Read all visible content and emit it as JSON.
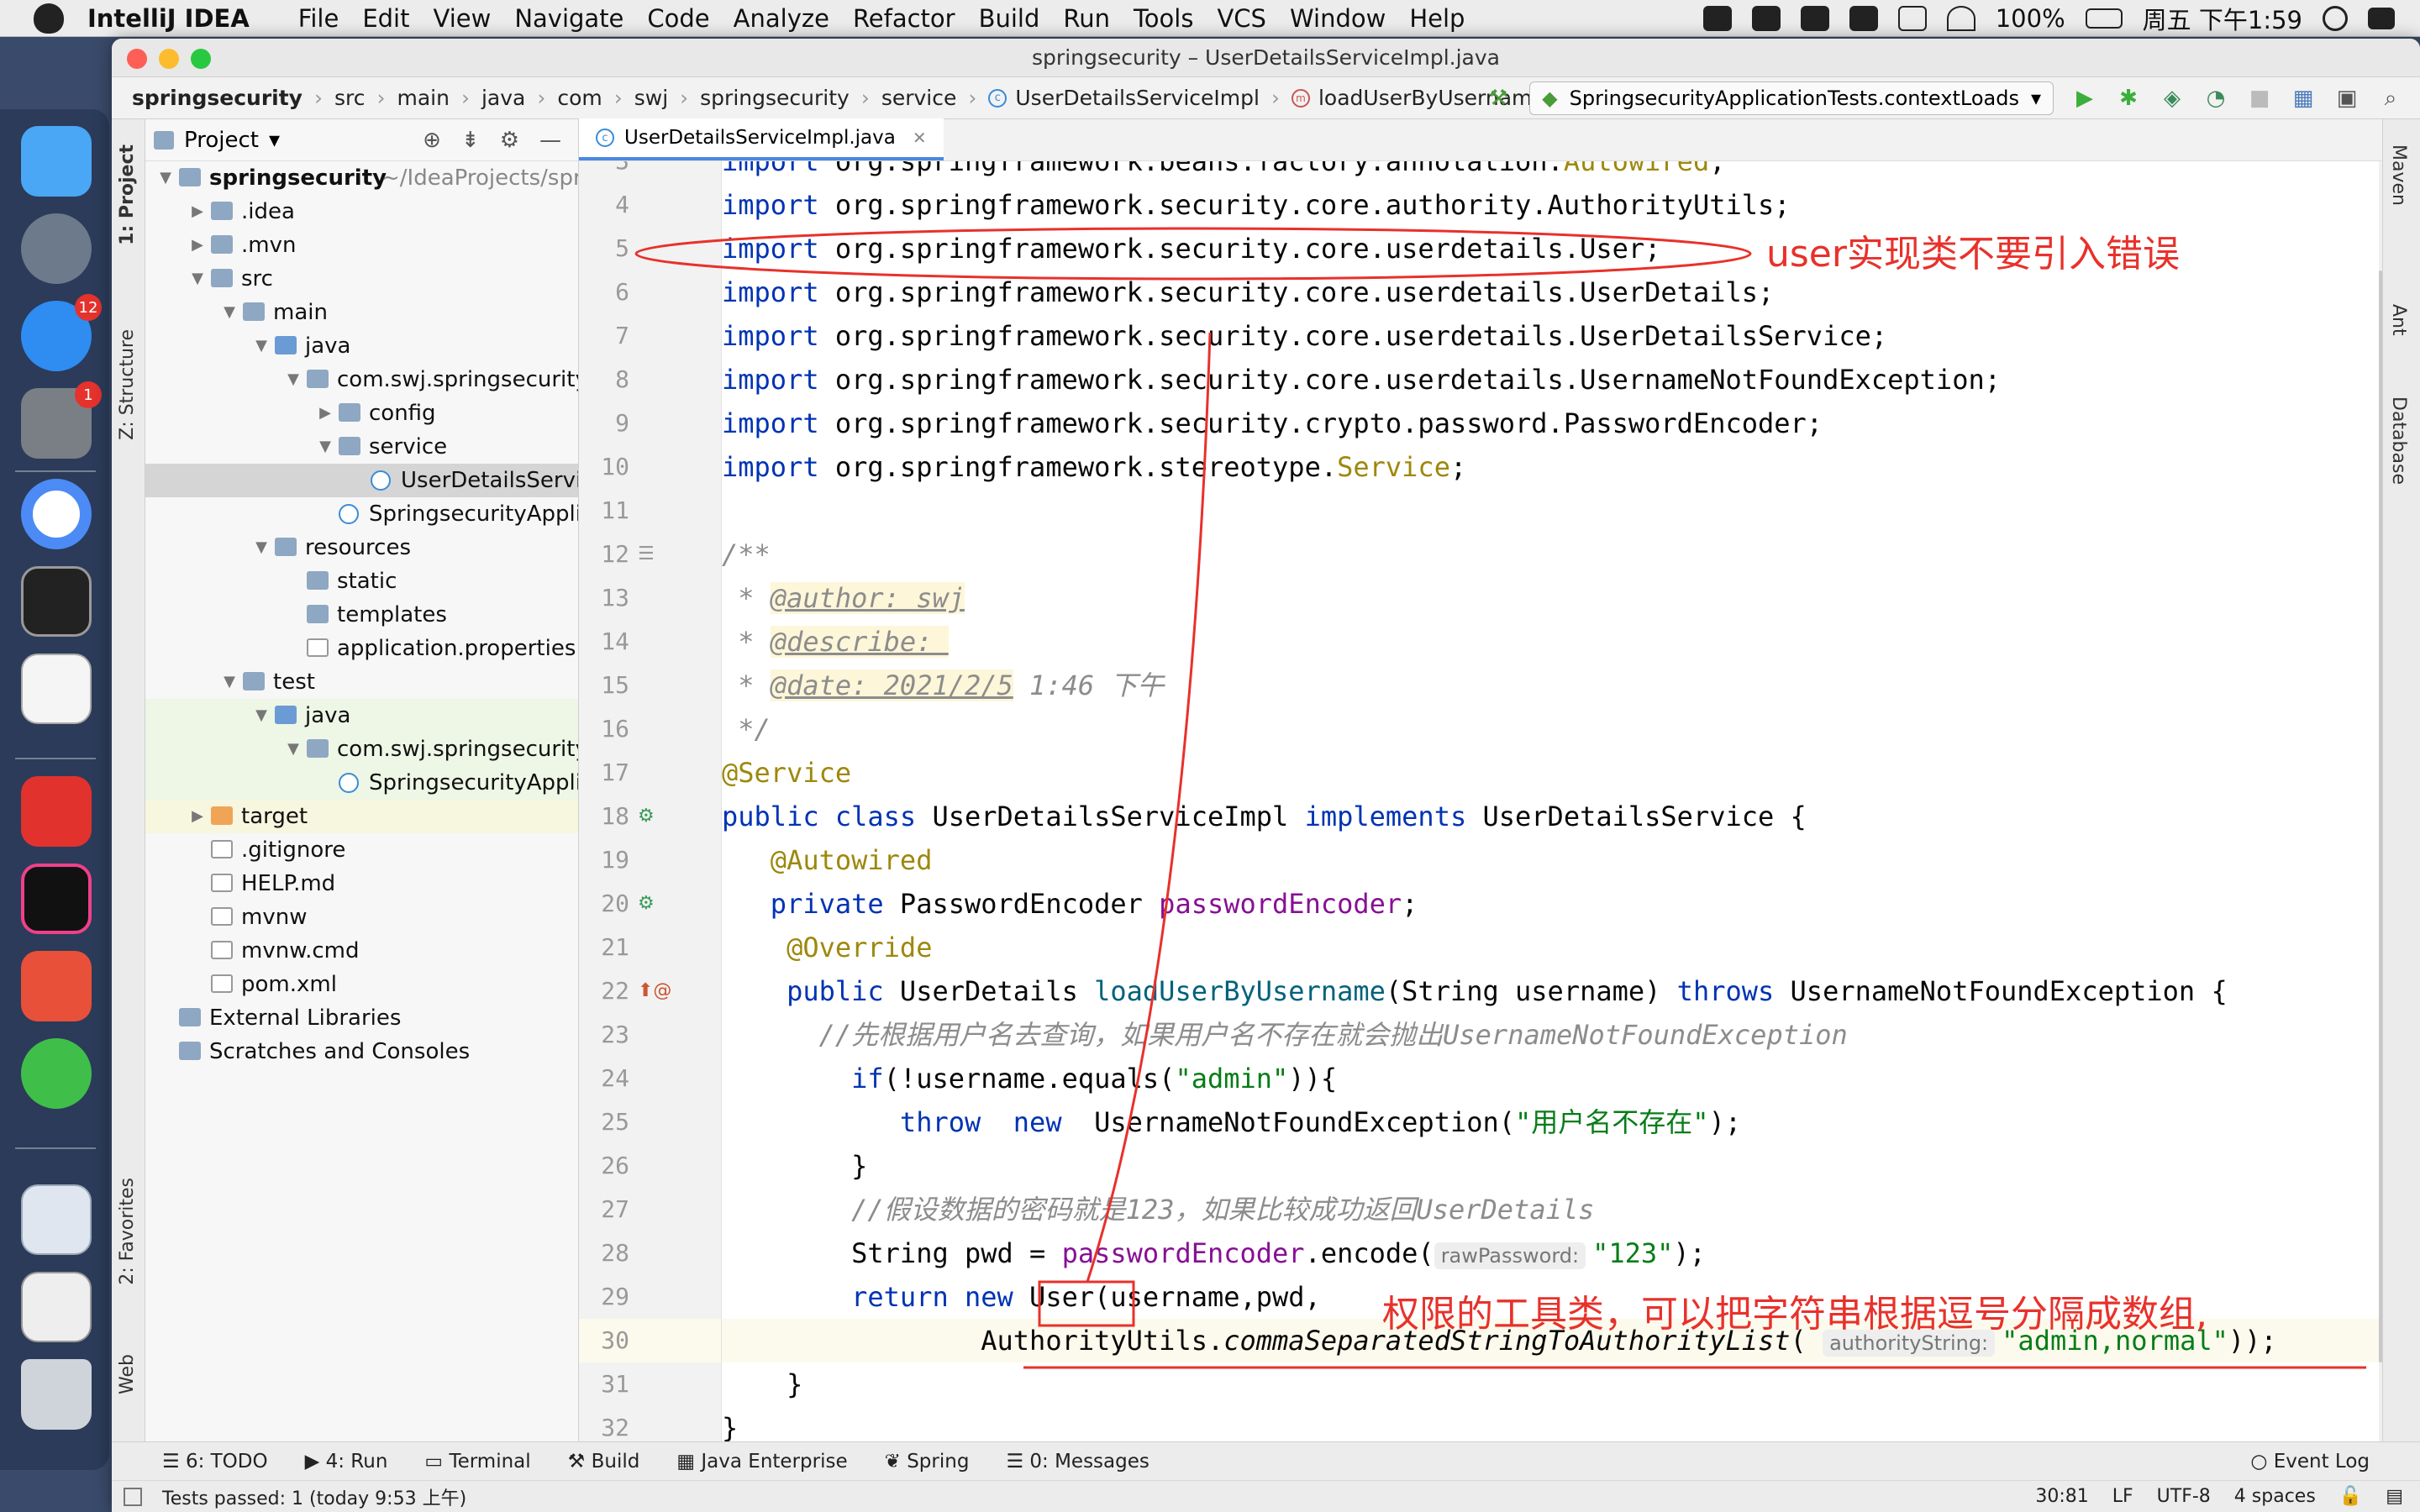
{
  "menubar": {
    "app": "IntelliJ IDEA",
    "items": [
      "File",
      "Edit",
      "View",
      "Navigate",
      "Code",
      "Analyze",
      "Refactor",
      "Build",
      "Run",
      "Tools",
      "VCS",
      "Window",
      "Help"
    ],
    "battery": "100%",
    "clock": "周五 下午1:59"
  },
  "dock": {
    "appstore_badge": "12",
    "settings_badge": "1"
  },
  "window": {
    "title": "springsecurity – UserDetailsServiceImpl.java"
  },
  "breadcrumbs": [
    "springsecurity",
    "src",
    "main",
    "java",
    "com",
    "swj",
    "springsecurity",
    "service",
    "UserDetailsServiceImpl",
    "loadUserByUsername"
  ],
  "run_config": "SpringsecurityApplicationTests.contextLoads",
  "left_tools": {
    "project": "1: Project",
    "structure": "Z: Structure",
    "favorites": "2: Favorites",
    "web": "Web"
  },
  "right_tools": {
    "maven": "Maven",
    "ant": "Ant",
    "database": "Database"
  },
  "project_panel": {
    "title": "Project",
    "tree": [
      {
        "label": "springsecurity",
        "path": "~/IdeaProjects/sprin",
        "depth": 0,
        "arrow": "down",
        "icon": "folder"
      },
      {
        "label": ".idea",
        "depth": 1,
        "arrow": "right",
        "icon": "folder"
      },
      {
        "label": ".mvn",
        "depth": 1,
        "arrow": "right",
        "icon": "folder"
      },
      {
        "label": "src",
        "depth": 1,
        "arrow": "down",
        "icon": "folder"
      },
      {
        "label": "main",
        "depth": 2,
        "arrow": "down",
        "icon": "folder"
      },
      {
        "label": "java",
        "depth": 3,
        "arrow": "down",
        "icon": "folder-blue"
      },
      {
        "label": "com.swj.springsecurity",
        "depth": 4,
        "arrow": "down",
        "icon": "folder"
      },
      {
        "label": "config",
        "depth": 5,
        "arrow": "right",
        "icon": "folder"
      },
      {
        "label": "service",
        "depth": 5,
        "arrow": "down",
        "icon": "folder"
      },
      {
        "label": "UserDetailsServiceI",
        "depth": 6,
        "arrow": "",
        "icon": "class",
        "selected": true
      },
      {
        "label": "SpringsecurityApplicat",
        "depth": 5,
        "arrow": "",
        "icon": "class"
      },
      {
        "label": "resources",
        "depth": 3,
        "arrow": "down",
        "icon": "folder"
      },
      {
        "label": "static",
        "depth": 4,
        "arrow": "",
        "icon": "folder"
      },
      {
        "label": "templates",
        "depth": 4,
        "arrow": "",
        "icon": "folder"
      },
      {
        "label": "application.properties",
        "depth": 4,
        "arrow": "",
        "icon": "file"
      },
      {
        "label": "test",
        "depth": 2,
        "arrow": "down",
        "icon": "folder"
      },
      {
        "label": "java",
        "depth": 3,
        "arrow": "down",
        "icon": "folder-blue",
        "green": true
      },
      {
        "label": "com.swj.springsecurity",
        "depth": 4,
        "arrow": "down",
        "icon": "folder",
        "green": true
      },
      {
        "label": "SpringsecurityApplicat",
        "depth": 5,
        "arrow": "",
        "icon": "class",
        "green": true
      },
      {
        "label": "target",
        "depth": 1,
        "arrow": "right",
        "icon": "folder-orange",
        "yellow": true
      },
      {
        "label": ".gitignore",
        "depth": 1,
        "arrow": "",
        "icon": "file"
      },
      {
        "label": "HELP.md",
        "depth": 1,
        "arrow": "",
        "icon": "file"
      },
      {
        "label": "mvnw",
        "depth": 1,
        "arrow": "",
        "icon": "file"
      },
      {
        "label": "mvnw.cmd",
        "depth": 1,
        "arrow": "",
        "icon": "file"
      },
      {
        "label": "pom.xml",
        "depth": 1,
        "arrow": "",
        "icon": "file"
      },
      {
        "label": "External Libraries",
        "depth": 0,
        "arrow": "",
        "icon": "lib"
      },
      {
        "label": "Scratches and Consoles",
        "depth": 0,
        "arrow": "",
        "icon": "lib"
      }
    ]
  },
  "editor": {
    "tab": "UserDetailsServiceImpl.java",
    "first_line": 3,
    "lines": [
      [
        [
          "kw",
          "import "
        ],
        [
          "",
          "org.springframework.beans.factory.annotation."
        ],
        [
          "ann",
          "Autowired"
        ],
        [
          "",
          ";"
        ]
      ],
      [
        [
          "kw",
          "import "
        ],
        [
          "",
          "org.springframework.security.core.authority.AuthorityUtils;"
        ]
      ],
      [
        [
          "kw",
          "import "
        ],
        [
          "",
          "org.springframework.security.core.userdetails.User;"
        ]
      ],
      [
        [
          "kw",
          "import "
        ],
        [
          "",
          "org.springframework.security.core.userdetails.UserDetails;"
        ]
      ],
      [
        [
          "kw",
          "import "
        ],
        [
          "",
          "org.springframework.security.core.userdetails.UserDetailsService;"
        ]
      ],
      [
        [
          "kw",
          "import "
        ],
        [
          "",
          "org.springframework.security.core.userdetails.UsernameNotFoundException;"
        ]
      ],
      [
        [
          "kw",
          "import "
        ],
        [
          "",
          "org.springframework.security.crypto.password.PasswordEncoder;"
        ]
      ],
      [
        [
          "kw",
          "import "
        ],
        [
          "",
          "org.springframework.stereotype."
        ],
        [
          "ann",
          "Service"
        ],
        [
          "",
          ";"
        ]
      ],
      [],
      [
        [
          "doc",
          "/**"
        ]
      ],
      [
        [
          "doc",
          " * "
        ],
        [
          "tag",
          "@author: swj"
        ]
      ],
      [
        [
          "doc",
          " * "
        ],
        [
          "tag",
          "@describe: "
        ]
      ],
      [
        [
          "doc",
          " * "
        ],
        [
          "tag",
          "@date: 2021/2/5"
        ],
        [
          "doc",
          " 1:46 下午"
        ]
      ],
      [
        [
          "doc",
          " */"
        ]
      ],
      [
        [
          "ann",
          "@Service"
        ]
      ],
      [
        [
          "kw",
          "public class "
        ],
        [
          "",
          "UserDetailsServiceImpl "
        ],
        [
          "kw",
          "implements "
        ],
        [
          "",
          "UserDetailsService {"
        ]
      ],
      [
        [
          "",
          "   "
        ],
        [
          "ann",
          "@Autowired"
        ]
      ],
      [
        [
          "",
          "   "
        ],
        [
          "kw",
          "private "
        ],
        [
          "",
          "PasswordEncoder "
        ],
        [
          "fld",
          "passwordEncoder"
        ],
        [
          "",
          ";"
        ]
      ],
      [
        [
          "",
          "    "
        ],
        [
          "ann",
          "@Override"
        ]
      ],
      [
        [
          "",
          "    "
        ],
        [
          "kw",
          "public "
        ],
        [
          "",
          "UserDetails "
        ],
        [
          "mth",
          "loadUserByUsername"
        ],
        [
          "",
          "(String username) "
        ],
        [
          "kw",
          "throws "
        ],
        [
          "",
          "UsernameNotFoundException {"
        ]
      ],
      [
        [
          "",
          "      "
        ],
        [
          "cmt",
          "//先根据用户名去查询，如果用户名不存在就会抛出UsernameNotFoundException"
        ]
      ],
      [
        [
          "",
          "        "
        ],
        [
          "kw",
          "if"
        ],
        [
          "",
          "(!username.equals("
        ],
        [
          "str",
          "\"admin\""
        ],
        [
          "",
          ")){"
        ]
      ],
      [
        [
          "",
          "           "
        ],
        [
          "kw",
          "throw  new  "
        ],
        [
          "",
          "UsernameNotFoundException("
        ],
        [
          "str",
          "\"用户名不存在\""
        ],
        [
          "",
          ");"
        ]
      ],
      [
        [
          "",
          "        }"
        ]
      ],
      [
        [
          "",
          "        "
        ],
        [
          "cmt",
          "//假设数据的密码就是123，如果比较成功返回UserDetails"
        ]
      ],
      [
        [
          "",
          "        String pwd = "
        ],
        [
          "fld",
          "passwordEncoder"
        ],
        [
          "",
          ".encode("
        ],
        [
          "hint",
          "rawPassword:"
        ],
        [
          "str",
          "\"123\""
        ],
        [
          "",
          ");"
        ]
      ],
      [
        [
          "",
          "        "
        ],
        [
          "kw",
          "return new "
        ],
        [
          "",
          "User(username,pwd,"
        ]
      ],
      [
        [
          "",
          "                AuthorityUtils."
        ],
        [
          "stat",
          "commaSeparatedStringToAuthorityList"
        ],
        [
          "",
          "( "
        ],
        [
          "hint",
          "authorityString:"
        ],
        [
          "str",
          "\"admin,normal\""
        ],
        [
          "",
          "));"
        ]
      ],
      [
        [
          "",
          "    }"
        ]
      ],
      [
        [
          "",
          "}"
        ]
      ]
    ]
  },
  "annotations": {
    "note1": "user实现类不要引入错误",
    "note2": "权限的工具类，可以把字符串根据逗号分隔成数组,"
  },
  "bottom_tabs": [
    "6: TODO",
    "4: Run",
    "Terminal",
    "Build",
    "Java Enterprise",
    "Spring",
    "0: Messages"
  ],
  "event_log": "Event Log",
  "status": {
    "message": "Tests passed: 1 (today 9:53 上午)",
    "position": "30:81",
    "line_sep": "LF",
    "encoding": "UTF-8",
    "indent": "4 spaces"
  },
  "colors": {
    "keyword": "#0033b3",
    "annotation": "#9e880d",
    "string": "#067d17",
    "comment": "#8c8c8c",
    "field": "#871094",
    "red_annotation": "#e8312b"
  }
}
